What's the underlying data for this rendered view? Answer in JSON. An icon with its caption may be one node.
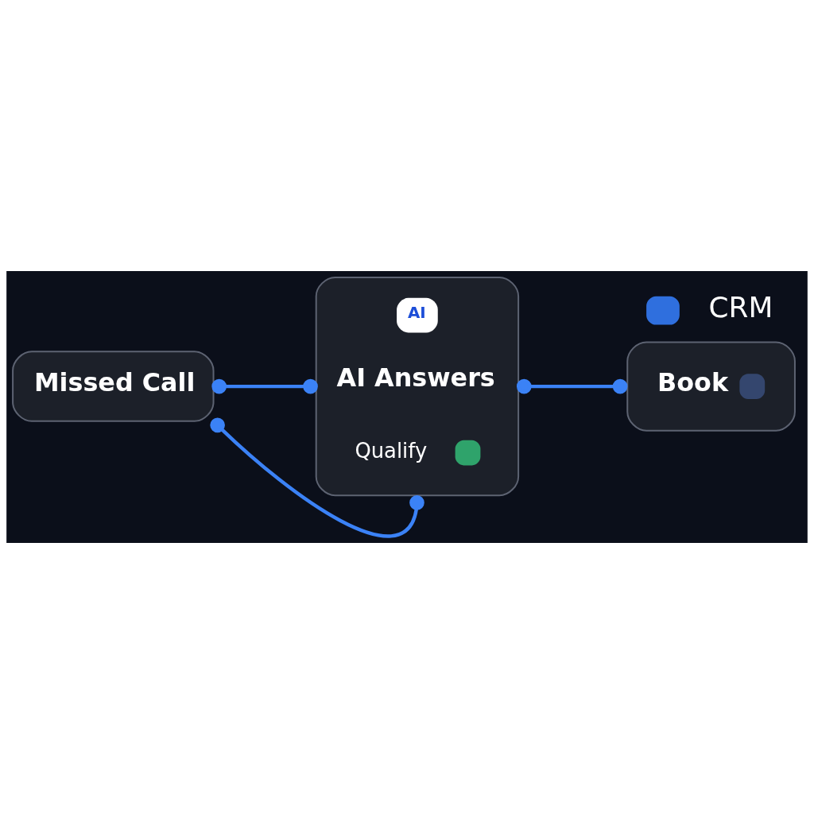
{
  "diagram": {
    "nodes": [
      {
        "text": [
          "Missed Call"
        ]
      },
      {
        "text": [
          "AI",
          "AI Answers",
          "Qualify"
        ]
      },
      {
        "text": [
          "Book"
        ],
        "beside": [
          "CRM"
        ]
      }
    ],
    "edges": [
      {
        "from": 0,
        "to": 1,
        "arrow": "other"
      },
      {
        "from": 1,
        "to": 2,
        "arrow": "other"
      },
      {
        "from": 0,
        "to": 1,
        "arrow": "other"
      }
    ]
  }
}
